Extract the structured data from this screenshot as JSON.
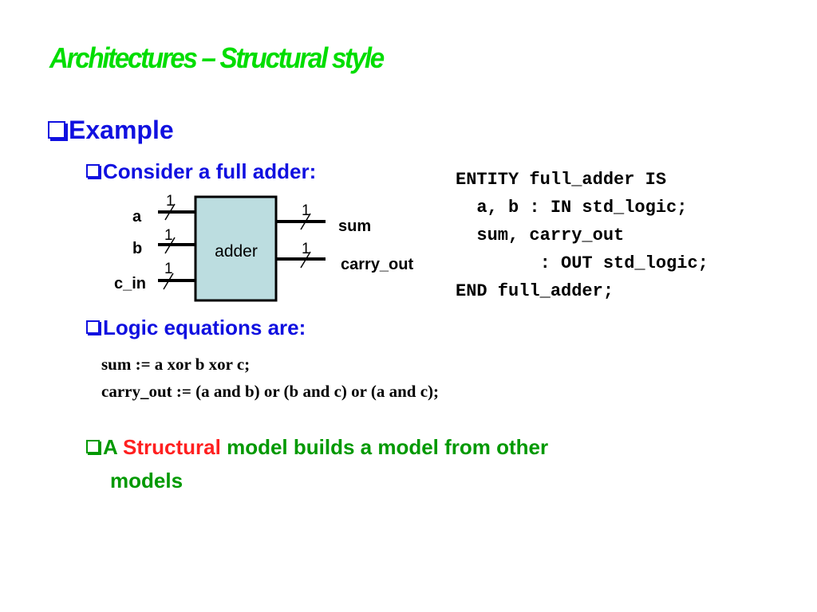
{
  "slide": {
    "title": "Architectures – Structural style",
    "heading": "Example",
    "bullet_full_adder": "Consider a full adder:",
    "bullet_logic": "Logic equations are:",
    "equations": [
      "sum := a xor b xor c;",
      "carry_out := (a and b) or (b and c) or (a and c);"
    ],
    "bullet_structural": {
      "prefix": "A ",
      "highlight": "Structural",
      "suffix": " model builds a model from other",
      "continuation": "models"
    }
  },
  "diagram": {
    "block_label": "adder",
    "inputs": [
      "a",
      "b",
      "c_in"
    ],
    "outputs": [
      "sum",
      "carry_out"
    ],
    "bus_width": "1"
  },
  "code": {
    "lines": [
      "ENTITY full_adder IS",
      "  a, b : IN std_logic;",
      "  sum, carry_out",
      "        : OUT std_logic;",
      "END full_adder;"
    ]
  },
  "colors": {
    "title": "#00dd00",
    "bullet_blue": "#1010e0",
    "bullet_green": "#009900",
    "highlight_red": "#ff2020",
    "block_fill": "#bcdde0"
  }
}
